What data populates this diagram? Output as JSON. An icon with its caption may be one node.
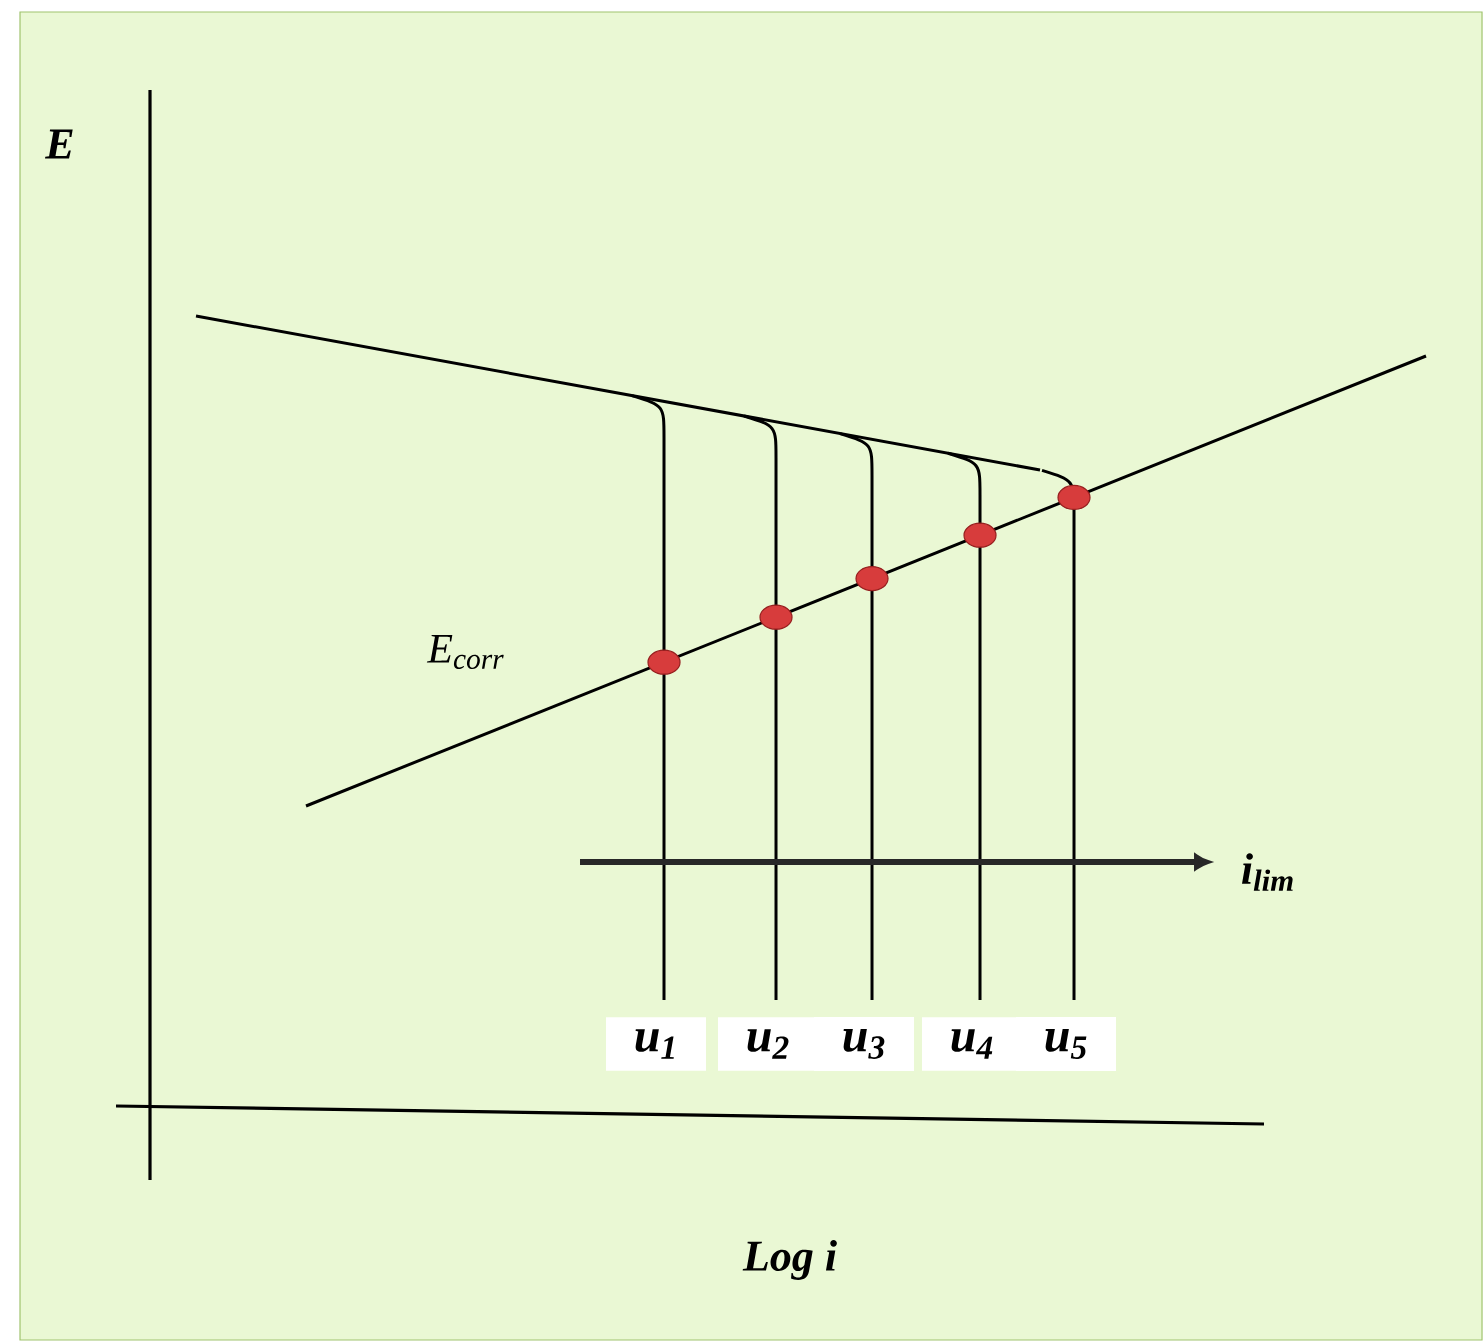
{
  "diagram": {
    "labels": [
      "E",
      "E$_{corr}$",
      "i$_{lim}$",
      "u$_{1}$",
      "u$_{2}$",
      "u$_{3}$",
      "u$_{4}$",
      "u$_{5}$",
      "Log i"
    ]
  }
}
